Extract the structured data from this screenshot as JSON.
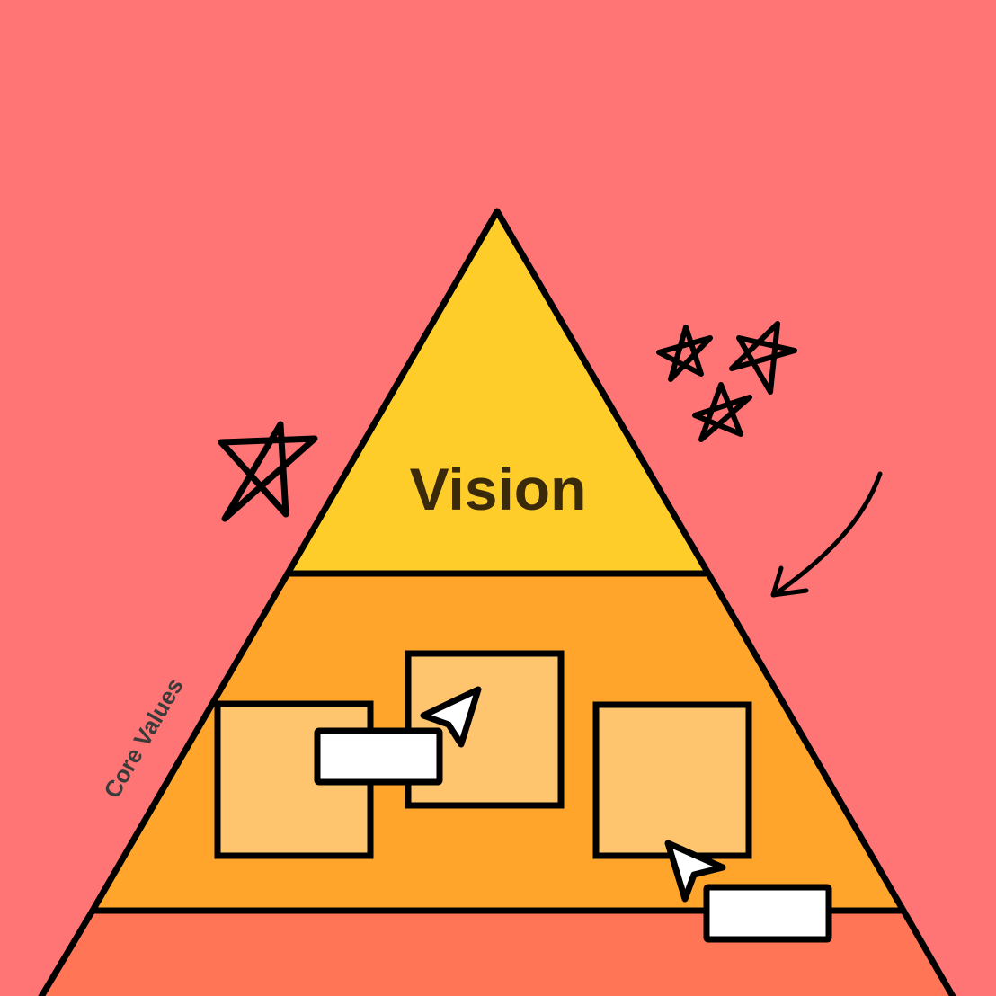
{
  "diagram": {
    "title": "Vision / Core Values pyramid",
    "colors": {
      "background": "#FF7474",
      "outline": "#000000",
      "vision_fill": "#FFCD2A",
      "core_values_fill": "#FFA52B",
      "base_fill": "#FF7556",
      "card_fill": "#FFC46E",
      "sticky_label_fill": "#FFFFFF",
      "cursor_fill": "#FFFFFF",
      "vision_text": "#3A2A0A",
      "core_values_text": "#3A3A3A"
    },
    "layers": [
      {
        "id": "vision",
        "label": "Vision"
      },
      {
        "id": "core-values",
        "label": "Core Values"
      },
      {
        "id": "base",
        "label": ""
      }
    ],
    "core_values_cards": [
      {
        "id": "card-1"
      },
      {
        "id": "card-2"
      },
      {
        "id": "card-3"
      }
    ],
    "sticky_labels": [
      {
        "id": "label-1",
        "text": ""
      },
      {
        "id": "label-2",
        "text": ""
      }
    ],
    "cursors": [
      {
        "id": "cursor-1",
        "icon": "pointer-arrow"
      },
      {
        "id": "cursor-2",
        "icon": "pointer-arrow"
      }
    ],
    "decorations": [
      {
        "id": "star-left",
        "icon": "hand-drawn-star"
      },
      {
        "id": "star-cluster",
        "icon": "hand-drawn-stars",
        "count": 3
      },
      {
        "id": "arrow",
        "icon": "curved-arrow"
      }
    ]
  }
}
